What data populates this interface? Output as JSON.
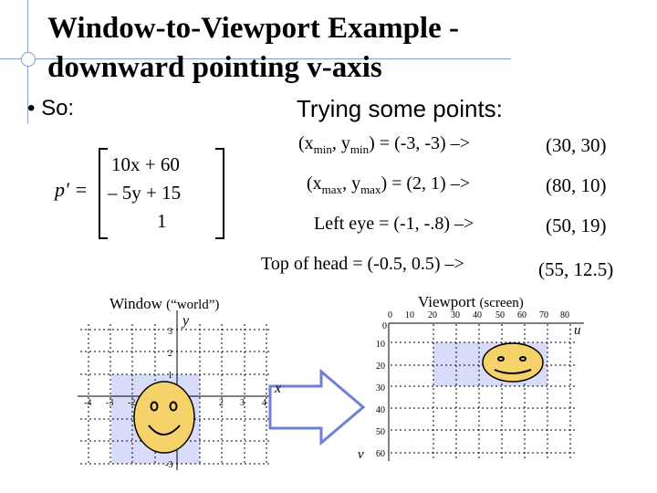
{
  "title": {
    "line1": "Window-to-Viewport Example -",
    "line2": "downward pointing v-axis"
  },
  "bullet": "• So:",
  "points_heading": "Trying some points:",
  "points": [
    {
      "label_pre": "(x",
      "sub1": "min",
      "mid": ", y",
      "sub2": "min",
      "post": ") = (-3, -3) –>",
      "result": "(30, 30)"
    },
    {
      "label_pre": "(x",
      "sub1": "max",
      "mid": ", y",
      "sub2": "max",
      "post": ") = (2, 1) –>",
      "result": "(80, 10)"
    },
    {
      "label": "Left eye = (-1, -.8) –>",
      "result": "(50, 19)"
    },
    {
      "label": "Top of head = (-0.5, 0.5) –>",
      "result": "(55, 12.5)"
    }
  ],
  "matrix": {
    "lhs": "p' =",
    "row1": "10x + 60",
    "row2": "– 5y + 15",
    "row3": "1"
  },
  "window_graph": {
    "title_main": "Window",
    "title_sub": "(“world”)",
    "y_label": "y",
    "x_label": "x",
    "x_ticks": [
      "-4",
      "-3",
      "-2",
      "2",
      "3",
      "4"
    ],
    "y_ticks": [
      "3",
      "2",
      "1",
      "-3"
    ]
  },
  "viewport_graph": {
    "title_main": "Viewport",
    "title_sub": "(screen)",
    "u_label": "u",
    "v_label": "v",
    "u_ticks": [
      "0",
      "10",
      "20",
      "30",
      "40",
      "50",
      "60",
      "70",
      "80"
    ],
    "v_ticks": [
      "0",
      "10",
      "20",
      "30",
      "40",
      "50",
      "60"
    ]
  },
  "colors": {
    "shade": "#d8dcf8",
    "arrow": "#6f7fd9",
    "face": "#f5d36a",
    "decor": "#8899cc"
  }
}
